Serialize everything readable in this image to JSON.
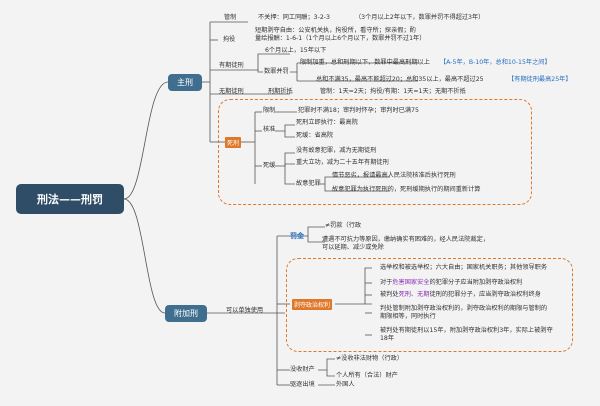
{
  "root": "刑法——刑罚",
  "main_branches": {
    "principal": "主刑",
    "supplementary": "附加刑"
  },
  "principal": {
    "control": {
      "label": "管制",
      "rule": "不关押：同工同酬；3-2-3",
      "note": "（3个月以上2年以下，数罪并罚不得超过3年）"
    },
    "detention": {
      "label": "拘役",
      "line1": "短期剥夺自由：公安机关执，拘役所，看守所；探亲假；酌",
      "line2": "量给报酬：1-6-1（1个月以上6个月以下，数罪并罚不过1年）"
    },
    "fixed_term": {
      "label": "有期徒刑",
      "range": "6个月以上，15年以下",
      "combined_label": "数罪并罚",
      "limit1": "限制加重，总和刑期以下，数罪中最高刑期以上",
      "limit1_note": "【A-5年，B-10年，总和10-15年之间】",
      "limit2": "总和不满35，最高不能超过20；总和35以上，最高不超过25",
      "limit2_note": "【有期徒刑最高25年】"
    },
    "life": {
      "label": "无期徒刑",
      "rule": "刑期折抵",
      "rule_note": "管制：1天=2天；拘役/有期：1天=1天；无期不折抵"
    },
    "death": {
      "label": "死刑",
      "limit_label": "限制",
      "limit": "犯罪时不满18；审判时怀孕；审判时已满75",
      "approval_label": "核准",
      "approval1": "死刑立即执行：最高院",
      "approval2": "死缓：省高院",
      "reprieve_label": "死缓",
      "reprieve1": "没有故意犯罪，减为无期徒刑",
      "reprieve2": "重大立功，减为二十五年有期徒刑",
      "crime_label": "故意犯罪",
      "crime1": "情节恶劣，报请最高人民法院核准后执行死刑",
      "crime2": "故意犯罪为执行死刑的，死刑缓期执行的期间重新计算"
    }
  },
  "supplementary": {
    "standalone": "可以单独使用",
    "fine": {
      "label": "罚金",
      "rule": "≠罚款（行政",
      "note1": "遭遇不可抗力等原因，缴纳确实有困难的，经人民法院裁定，",
      "note2": "可以延期、减少或免除"
    },
    "deprivation": {
      "label": "剥夺政治权利",
      "item1": "选举权和被选举权；六大自由；国家机关职务；其他领导职务",
      "item2_pre": "对于",
      "item2_hl": "危害国家安全",
      "item2_post": "的犯罪分子应当附加剥夺政治权利",
      "item3_pre": "被判处",
      "item3_hl": "死刑、无期",
      "item3_post": "徒刑的犯罪分子，应当剥夺政治权利终身",
      "item4_a": "判处管制附加剥夺政治权利的，剥夺政治权利的期限与管制的",
      "item4_b": "期限相等，同时执行",
      "item5_a": "被判处有期徒刑以15年，附加剥夺政治权利3年，实际上被剥夺",
      "item5_b": "18年"
    },
    "confiscation": {
      "label": "没收财产",
      "rule": "≠没收非法财物（行政）",
      "note": "个人所有（合法）财产"
    },
    "deportation": {
      "label": "驱逐出境",
      "note": "外国人"
    }
  },
  "colors": {
    "root": "#2f4d66",
    "branch": "#3f6e8f",
    "accent": "#e0782a",
    "link": "#2a6fbf",
    "highlight": "#8b2fb8"
  }
}
